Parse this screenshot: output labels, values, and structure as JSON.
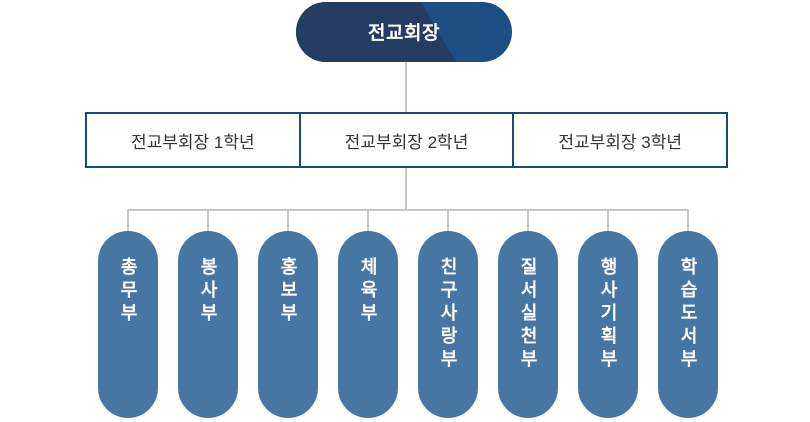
{
  "diagram_type": "org-chart",
  "colors": {
    "president_dark": "#253d63",
    "president_light": "#1d4d83",
    "vp_border": "#174a7c",
    "vp_text": "#333333",
    "pill_bg": "#4876a3",
    "pill_text": "#ffffff",
    "connector": "#c7c7c7",
    "background": "#ffffff"
  },
  "org": {
    "president": {
      "label": "전교회장"
    },
    "vice_presidents": [
      {
        "label": "전교부회장 1학년"
      },
      {
        "label": "전교부회장 2학년"
      },
      {
        "label": "전교부회장 3학년"
      }
    ],
    "departments": [
      {
        "label": "총무부"
      },
      {
        "label": "봉사부"
      },
      {
        "label": "홍보부"
      },
      {
        "label": "체육부"
      },
      {
        "label": "친구사랑부"
      },
      {
        "label": "질서실천부"
      },
      {
        "label": "행사기획부"
      },
      {
        "label": "학습도서부"
      }
    ]
  }
}
